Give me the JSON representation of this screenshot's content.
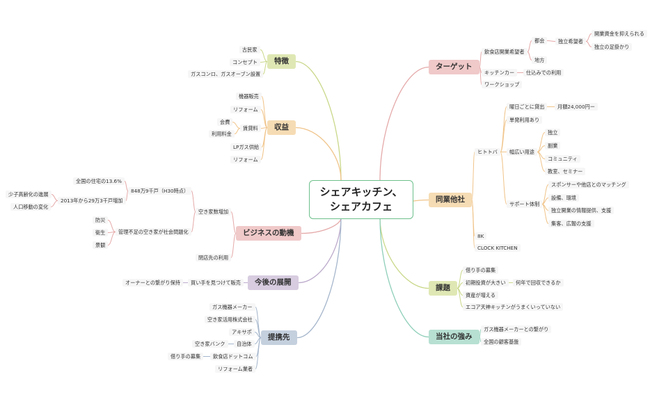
{
  "root": {
    "line1": "シェアキッチン、",
    "line2": "シェアカフェ"
  },
  "colors": {
    "features": "#dfe8b4",
    "revenue": "#f6dcb4",
    "business": "#f0c9c9",
    "expansion": "#d7cce0",
    "partners": "#c5d0de",
    "target": "#f0c9c9",
    "peers": "#f6dcb4",
    "issues": "#dfe8b4",
    "strengths": "#b7e0d2"
  },
  "branches": {
    "features": "特徴",
    "revenue": "収益",
    "business": "ビジネスの動機",
    "expansion": "今後の展開",
    "partners": "提携先",
    "target": "ターゲット",
    "peers": "同業他社",
    "issues": "課題",
    "strengths": "当社の強み"
  },
  "features": {
    "kominka": "古民家",
    "concept": "コンセプト",
    "gas": "ガスコンロ、ガスオーブン設置"
  },
  "revenue": {
    "equipment": "機器販売",
    "reform1": "リフォーム",
    "rent": "賃貸料",
    "membership": "会費",
    "usage_fee": "利用料金",
    "lpgas": "LPガス供給",
    "reform2": "リフォーム"
  },
  "business": {
    "vacancy_increase": "空き家数増加",
    "count": "848万9千戸（H30時点）",
    "share": "全国の住宅の13.6%",
    "increase": "2013年から29万3千戸増加",
    "aging": "少子高齢化の進展",
    "migration": "人口移動の変化",
    "social_issue": "管理不足の空き家が社会問題化",
    "disaster": "防災",
    "hygiene": "衛生",
    "scenery": "景観",
    "closed_store": "閉店先の利用"
  },
  "expansion": {
    "sell": "買い手を見つけて販売",
    "owner": "オーナーとの繋がり保持"
  },
  "partners": {
    "gas_maker": "ガス機器メーカー",
    "akiya_corp": "空き家活用株式会社",
    "akisapo": "アキサポ",
    "municipality": "自治体",
    "akiya_bank": "空き家バンク",
    "inshokuten": "飲食店ドットコム",
    "recruit": "借り手の募集",
    "reform_co": "リフォーム業者"
  },
  "target": {
    "restaurant_starter": "飲食店開業希望者",
    "city": "都会",
    "independent": "独立希望者",
    "capital": "開業資金を抑えられる",
    "foothold": "独立の足掛かり",
    "rural": "地方",
    "kitchen_car": "キッチンカー",
    "prep": "仕込みでの利用",
    "workshop": "ワークショップ"
  },
  "peers": {
    "hitotoba": "ヒトトバ",
    "daily_rent": "曜日ごとに貸出",
    "monthly": "月額24,000円ー",
    "one_time": "単発利用あり",
    "uses": "幅広い用途",
    "use_independent": "独立",
    "use_side": "副業",
    "use_community": "コミュニティ",
    "use_class": "教室、セミナー",
    "support": "サポート体制",
    "sponsor": "スポンサーや他店とのマッチング",
    "equipment_env": "設備、環境",
    "info": "独立開業の情報提供、支援",
    "marketing": "集客、広報の支援",
    "eightk": "8K",
    "clock": "CLOCK KITCHEN"
  },
  "issues": {
    "tenants": "借り手の募集",
    "initial_cost": "初期投資が大きい",
    "payback": "何年で回収できるか",
    "assets": "資産が増える",
    "ecoa": "エコア天神キッチンがうまくいっていない"
  },
  "strengths": {
    "gas_connection": "ガス機器メーカーとの繋がり",
    "customers": "全国の顧客基盤"
  }
}
